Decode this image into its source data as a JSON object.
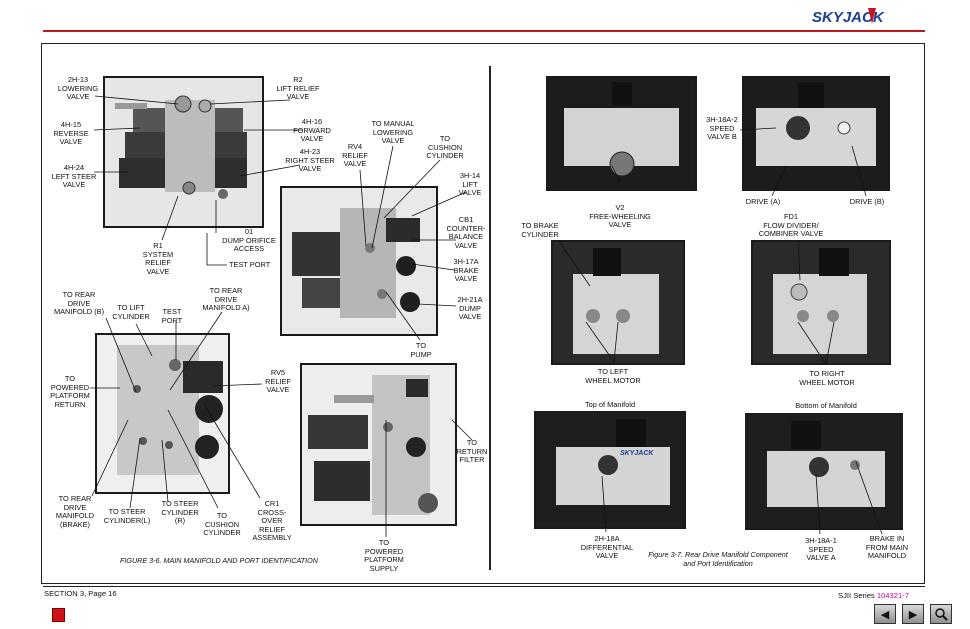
{
  "brand": {
    "logo_text": "SKYJACK"
  },
  "left_labels": {
    "lowering": "2H-13\nLOWERING\nVALVE",
    "lift_relief": "R2\nLIFT RELIEF\nVALVE",
    "reverse": "4H-15\nREVERSE\nVALVE",
    "forward": "4H-16\nFORWARD\nVALVE",
    "left_steer": "4H-24\nLEFT STEER\nVALVE",
    "right_steer": "4H-23\nRIGHT STEER\nVALVE",
    "system_relief": "R1\nSYSTEM\nRELIEF\nVALVE",
    "dump_orifice": "01\nDUMP ORIFICE\nACCESS",
    "test_port_1": "TEST PORT",
    "manual_lowering": "TO MANUAL\nLOWERING\nVALVE",
    "rv4": "RV4\nRELIEF\nVALVE",
    "to_cushion": "TO\nCUSHION\nCYLINDER",
    "lift_valve": "3H-14\nLIFT\nVALVE",
    "counterbalance": "CB1\nCOUNTER-\nBALANCE\nVALVE",
    "brake_valve": "3H-17A\nBRAKE\nVALVE",
    "dump_valve": "2H-21A\nDUMP\nVALVE",
    "to_pump": "TO\nPUMP",
    "rear_drive_b": "TO REAR\nDRIVE\nMANIFOLD (B)",
    "to_lift_cyl": "TO LIFT\nCYLINDER",
    "test_port_2": "TEST\nPORT",
    "rear_drive_a": "TO REAR\nDRIVE\nMANIFOLD A)",
    "powered_platform_return": "TO\nPOWERED\nPLATFORM\nRETURN",
    "rv5": "RV5\nRELIEF\nVALVE",
    "rear_drive_brake": "TO REAR\nDRIVE\nMANIFOLD\n(BRAKE)",
    "steer_l": "TO STEER\nCYLINDER(L)",
    "steer_r": "TO STEER\nCYLINDER\n(R)",
    "to_cushion_2": "TO\nCUSHION\nCYLINDER",
    "crossover": "CR1\nCROSS-\nOVER\nRELIEF\nASSEMBLY",
    "return_filter": "TO\nRETURN\nFILTER",
    "powered_platform_supply": "TO\nPOWERED\nPLATFORM\nSUPPLY"
  },
  "right_labels": {
    "free_wheeling": "V2\nFREE-WHEELING\nVALVE",
    "speed_b": "3H-18A-2\nSPEED\nVALVE B",
    "drive_a": "DRIVE (A)",
    "drive_b": "DRIVE (B)",
    "brake_cyl": "TO BRAKE\nCYLINDER",
    "flow_divider": "FD1\nFLOW DIVIDER/\nCOMBINER VALVE",
    "left_wheel": "TO LEFT\nWHEEL MOTOR",
    "right_wheel": "TO RIGHT\nWHEEL MOTOR",
    "top_manifold": "Top of Manifold",
    "bottom_manifold": "Bottom of Manifold",
    "differential": "2H-18A\nDIFFERENTIAL\nVALVE",
    "speed_a": "3H-18A-1\nSPEED\nVALVE A",
    "brake_in": "BRAKE IN\nFROM MAIN\nMANIFOLD",
    "manifold_stamp": "SKYJACK"
  },
  "captions": {
    "fig36": "FIGURE 3-6.   MAIN MANIFOLD AND PORT IDENTIFICATION",
    "fig37": "Figure 3-7.  Rear Drive Manifold Component\nand Port Identification"
  },
  "footer": {
    "section": "SECTION 3, Page 16",
    "series_prefix": "SJII Series ",
    "series_number": "104321-7"
  },
  "nav": {
    "prev_icon": "arrow-left-icon",
    "next_icon": "arrow-right-icon",
    "zoom_icon": "magnifier-icon"
  },
  "colors": {
    "brand_red": "#c4161c",
    "brand_blue": "#1c3f94",
    "series_pink": "#cc0099"
  }
}
